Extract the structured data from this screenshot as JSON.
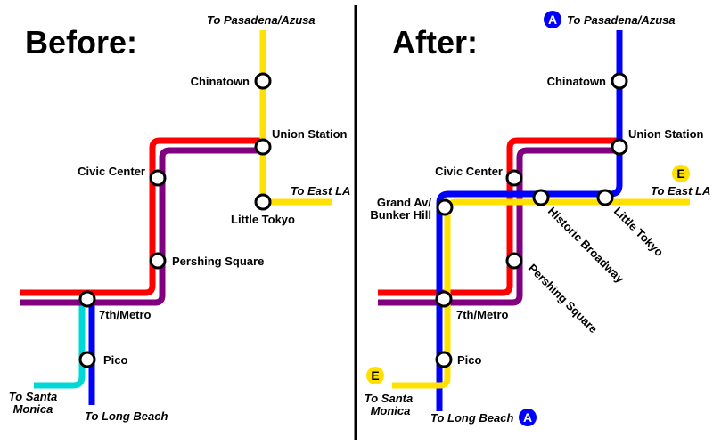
{
  "colors": {
    "red": "#ff0000",
    "purple": "#800080",
    "yellow": "#ffe000",
    "blue": "#0000ff",
    "cyan": "#00d8d8",
    "divider": "#000000",
    "badge_a_bg": "#0000ff",
    "badge_a_text": "#ffffff",
    "badge_e_bg": "#ffe000",
    "badge_e_text": "#000000"
  },
  "before": {
    "heading": "Before:",
    "stations": {
      "chinatown": "Chinatown",
      "union_station": "Union Station",
      "little_tokyo": "Little Tokyo",
      "civic_center": "Civic Center",
      "pershing_square": "Pershing Square",
      "seventh_metro": "7th/Metro",
      "pico": "Pico"
    },
    "destinations": {
      "pasadena": "To Pasadena/Azusa",
      "east_la": "To East LA",
      "santa_monica_1": "To Santa",
      "santa_monica_2": "Monica",
      "long_beach": "To Long Beach"
    }
  },
  "after": {
    "heading": "After:",
    "stations": {
      "chinatown": "Chinatown",
      "union_station": "Union Station",
      "civic_center": "Civic Center",
      "grand_av_1": "Grand Av/",
      "grand_av_2": "Bunker Hill",
      "historic_broadway": "Historic Broadway",
      "little_tokyo": "Little Tokyo",
      "pershing_square": "Pershing Square",
      "seventh_metro": "7th/Metro",
      "pico": "Pico"
    },
    "destinations": {
      "pasadena": "To Pasadena/Azusa",
      "east_la": "To East LA",
      "santa_monica_1": "To Santa",
      "santa_monica_2": "Monica",
      "long_beach": "To Long Beach"
    },
    "badges": {
      "a": "A",
      "e": "E"
    }
  }
}
